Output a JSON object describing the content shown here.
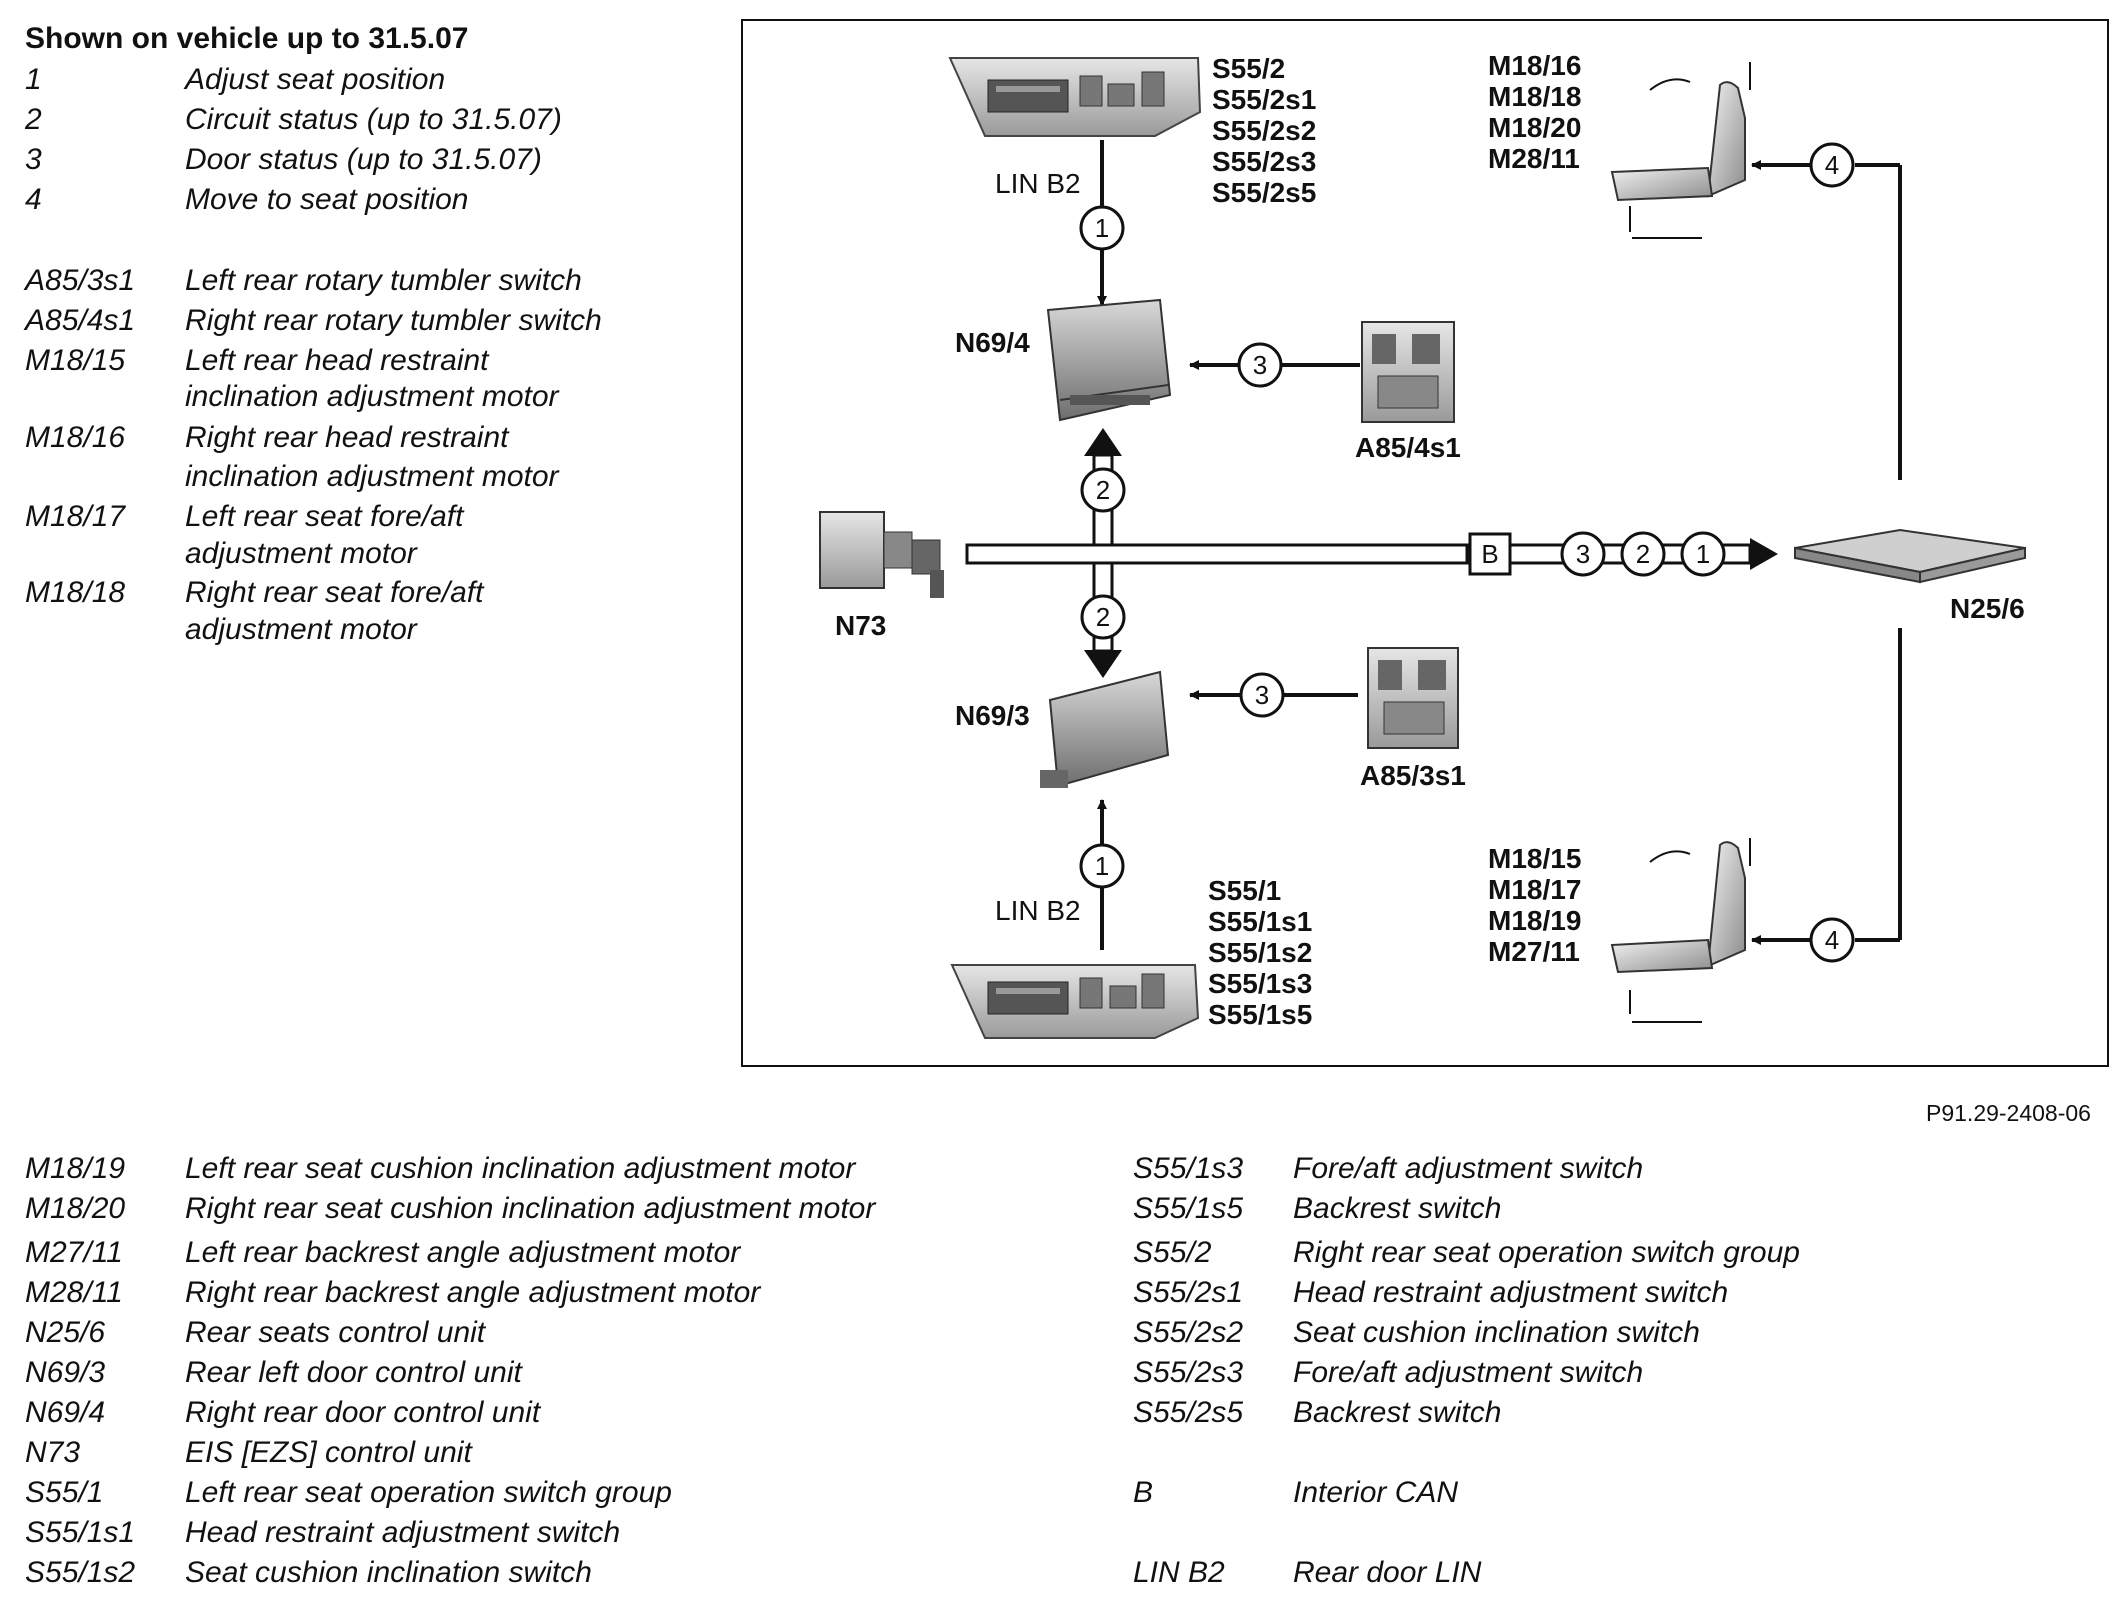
{
  "header": {
    "title": "Shown on vehicle up to 31.5.07"
  },
  "legend_top": [
    {
      "code": "1",
      "desc": "Adjust seat position"
    },
    {
      "code": "2",
      "desc": "Circuit status (up to 31.5.07)"
    },
    {
      "code": "3",
      "desc": "Door status (up to 31.5.07)"
    },
    {
      "code": "4",
      "desc": "Move to seat position"
    },
    {
      "code": "A85/3s1",
      "desc": "Left rear rotary tumbler switch"
    },
    {
      "code": "A85/4s1",
      "desc": "Right rear rotary tumbler switch"
    },
    {
      "code": "M18/15",
      "desc": "Left rear head restraint",
      "desc2": "inclination adjustment motor"
    },
    {
      "code": "M18/16",
      "desc": "Right rear head restraint",
      "desc2": "inclination adjustment motor"
    },
    {
      "code": "M18/17",
      "desc": "Left rear seat fore/aft",
      "desc2": "adjustment motor"
    },
    {
      "code": "M18/18",
      "desc": "Right rear seat fore/aft",
      "desc2": "adjustment motor"
    }
  ],
  "legend_bottom_left": [
    {
      "code": "M18/19",
      "desc": "Left rear seat cushion inclination adjustment motor"
    },
    {
      "code": "M18/20",
      "desc": "Right rear seat cushion inclination adjustment motor"
    },
    {
      "code": "M27/11",
      "desc": "Left rear backrest angle adjustment motor"
    },
    {
      "code": "M28/11",
      "desc": "Right rear backrest angle adjustment motor"
    },
    {
      "code": "N25/6",
      "desc": "Rear seats control unit"
    },
    {
      "code": "N69/3",
      "desc": "Rear left door control unit"
    },
    {
      "code": "N69/4",
      "desc": "Right rear door control unit"
    },
    {
      "code": "N73",
      "desc": "EIS [EZS] control unit"
    },
    {
      "code": "S55/1",
      "desc": "Left rear seat operation switch group"
    },
    {
      "code": "S55/1s1",
      "desc": "Head restraint adjustment switch"
    },
    {
      "code": "S55/1s2",
      "desc": "Seat cushion inclination switch"
    }
  ],
  "legend_bottom_right": [
    {
      "code": "S55/1s3",
      "desc": "Fore/aft adjustment switch"
    },
    {
      "code": "S55/1s5",
      "desc": "Backrest switch"
    },
    {
      "code": "S55/2",
      "desc": "Right rear seat operation switch group"
    },
    {
      "code": "S55/2s1",
      "desc": "Head restraint adjustment switch"
    },
    {
      "code": "S55/2s2",
      "desc": "Seat cushion inclination switch"
    },
    {
      "code": "S55/2s3",
      "desc": "Fore/aft adjustment switch"
    },
    {
      "code": "S55/2s5",
      "desc": "Backrest switch"
    },
    {
      "code": "B",
      "desc": "Interior CAN"
    },
    {
      "code": "LIN B2",
      "desc": "Rear door LIN"
    }
  ],
  "diagram": {
    "switch_top_labels": [
      "S55/2",
      "S55/2s1",
      "S55/2s2",
      "S55/2s3",
      "S55/2s5"
    ],
    "switch_bottom_labels": [
      "S55/1",
      "S55/1s1",
      "S55/1s2",
      "S55/1s3",
      "S55/1s5"
    ],
    "seat_top_labels": [
      "M18/16",
      "M18/18",
      "M18/20",
      "M28/11"
    ],
    "seat_bottom_labels": [
      "M18/15",
      "M18/17",
      "M18/19",
      "M27/11"
    ],
    "n69_4": "N69/4",
    "n69_3": "N69/3",
    "n73": "N73",
    "n25_6": "N25/6",
    "a85_4s1": "A85/4s1",
    "a85_3s1": "A85/3s1",
    "lin_top": "LIN B2",
    "lin_bottom": "LIN B2",
    "bus_box": "B",
    "signals": {
      "s1": "1",
      "s2": "2",
      "s3": "3",
      "s4": "4"
    }
  },
  "reference": "P91.29-2408-06"
}
